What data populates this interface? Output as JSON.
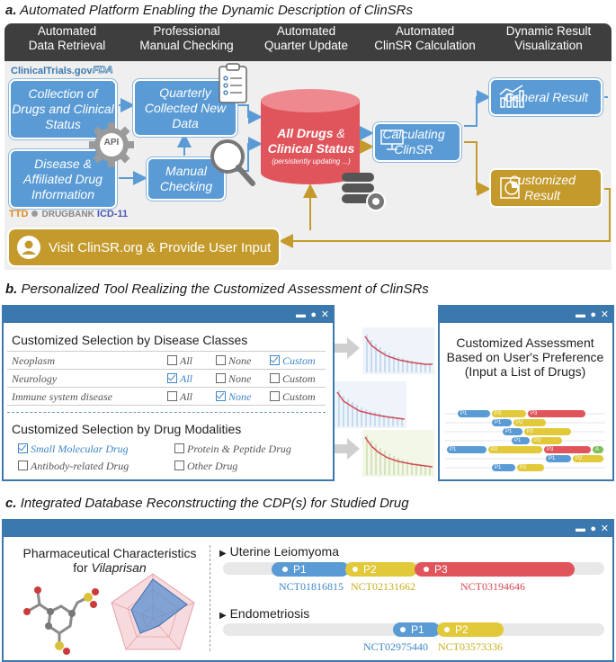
{
  "sections": {
    "a_label": "a.",
    "a_title": "Automated Platform Enabling the Dynamic Description of ClinSRs",
    "b_label": "b.",
    "b_title": "Personalized Tool Realizing the Customized Assessment of ClinSRs",
    "c_label": "c.",
    "c_title": "Integrated Database Reconstructing the CDP(s) for Studied Drug"
  },
  "header_columns": [
    {
      "line1": "Automated",
      "line2": "Data Retrieval"
    },
    {
      "line1": "Professional",
      "line2": "Manual Checking"
    },
    {
      "line1": "Automated",
      "line2": "Quarter Update"
    },
    {
      "line1": "Automated",
      "line2": "ClinSR Calculation"
    },
    {
      "line1": "Dynamic Result",
      "line2": "Visualization"
    }
  ],
  "flow": {
    "clinicaltrials": "ClinicalTrials.gov",
    "fda": "FDA",
    "collection": "Collection of Drugs and Clinical Status",
    "disease": "Disease & Affiliated Drug Information",
    "api": "API",
    "sources": {
      "ttd": "TTD",
      "drugbank": "DRUGBANK",
      "icd": "ICD-11"
    },
    "quarterly": "Quarterly Collected New Data",
    "manual": "Manual Checking",
    "db_title_1": "All Drugs",
    "db_title_amp": "&",
    "db_title_2": "Clinical Status",
    "db_sub": "(persistently updating ...)",
    "calc": "Calculating ClinSR",
    "general": "General Result",
    "customized": "Customized Result",
    "user_input": "Visit ClinSR.org & Provide User Input"
  },
  "panel_b": {
    "disease_heading": "Customized Selection by Disease Classes",
    "disease_rows": [
      {
        "name": "Neoplasm",
        "all": "All",
        "none": "None",
        "custom": "Custom",
        "checked": "custom"
      },
      {
        "name": "Neurology",
        "all": "All",
        "none": "None",
        "custom": "Custom",
        "checked": "all"
      },
      {
        "name": "Immune system disease",
        "all": "All",
        "none": "None",
        "custom": "Custom",
        "checked": "none"
      }
    ],
    "modality_heading": "Customized Selection by Drug Modalities",
    "modalities": [
      {
        "label": "Small Molecular Drug",
        "checked": true
      },
      {
        "label": "Protein & Peptide Drug",
        "checked": false
      },
      {
        "label": "Antibody-related Drug",
        "checked": false
      },
      {
        "label": "Other Drug",
        "checked": false
      }
    ],
    "assessment_title_1": "Customized Assessment",
    "assessment_title_2": "Based on User's Preference",
    "assessment_title_3": "(Input a List of Drugs)",
    "phase_tags": [
      "P1",
      "P2",
      "P3",
      "A"
    ]
  },
  "panel_c": {
    "pharma_line1": "Pharmaceutical Characteristics",
    "pharma_for": "for",
    "drug_name": "Vilaprisan",
    "disease1": "Uterine Leiomyoma",
    "disease2": "Endometriosis",
    "d1_phases": [
      {
        "label": "P1",
        "nct": "NCT01816815"
      },
      {
        "label": "P2",
        "nct": "NCT02131662"
      },
      {
        "label": "P3",
        "nct": "NCT03194646"
      }
    ],
    "d2_phases": [
      {
        "label": "P1",
        "nct": "NCT02975440"
      },
      {
        "label": "P2",
        "nct": "NCT03573336"
      }
    ]
  },
  "colors": {
    "blue": "#5a9bd5",
    "gold": "#c49a2c",
    "red": "#e0555c",
    "yellow": "#e2c93a",
    "dark": "#3e3e3e",
    "window": "#3b78ad"
  }
}
